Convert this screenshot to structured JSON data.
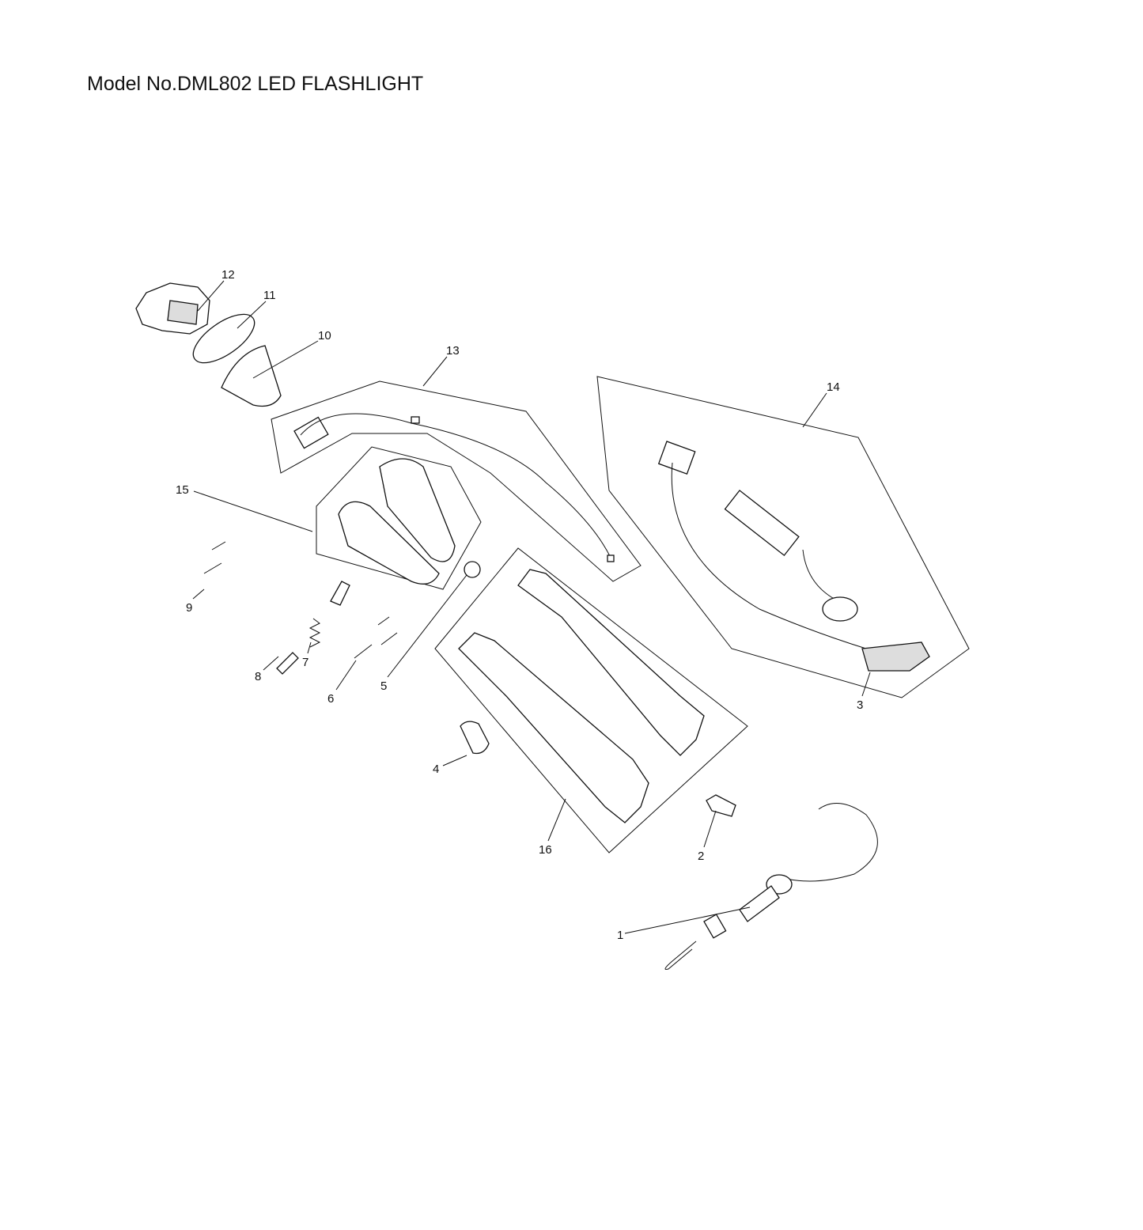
{
  "title": "Model No.DML802 LED FLASHLIGHT",
  "callouts": {
    "p1": "1",
    "p2": "2",
    "p3": "3",
    "p4": "4",
    "p5": "5",
    "p6": "6",
    "p7": "7",
    "p8": "8",
    "p9": "9",
    "p10": "10",
    "p11": "11",
    "p12": "12",
    "p13": "13",
    "p14": "14",
    "p15": "15",
    "p16": "16"
  }
}
